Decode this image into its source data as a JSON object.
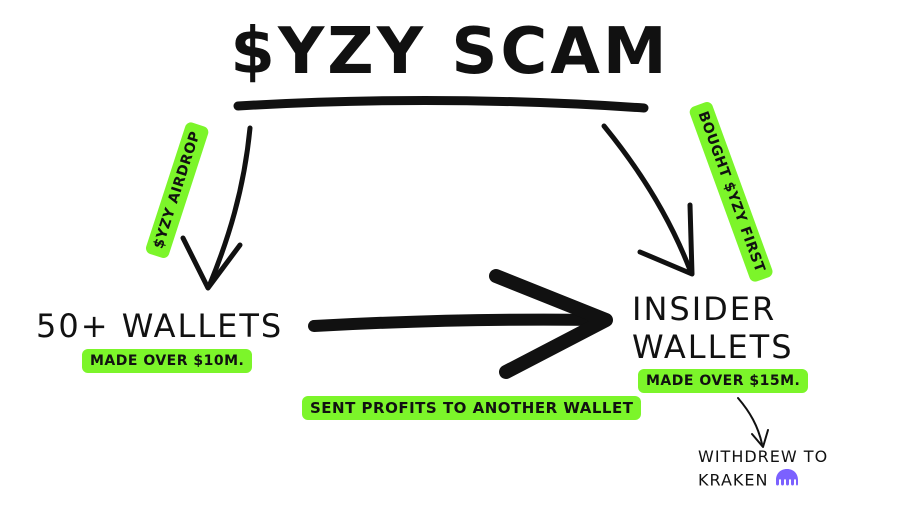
{
  "title": "$YZY SCAM",
  "edge_labels": {
    "airdrop": "$YZY AIRDROP",
    "bought_first": "BOUGHT $YZY FIRST",
    "sent_profits": "SENT PROFITS TO ANOTHER WALLET"
  },
  "nodes": {
    "left": {
      "label": "50+ WALLETS",
      "note": "MADE OVER $10M."
    },
    "right": {
      "line1": "INSIDER",
      "line2": "WALLETS",
      "note": "MADE OVER $15M."
    }
  },
  "withdraw": {
    "line1": "WITHDREW TO",
    "line2": "KRAKEN",
    "logo": "kraken-logo-icon"
  },
  "colors": {
    "highlight": "#7cf52a",
    "ink": "#111111",
    "kraken": "#7b61ff"
  }
}
